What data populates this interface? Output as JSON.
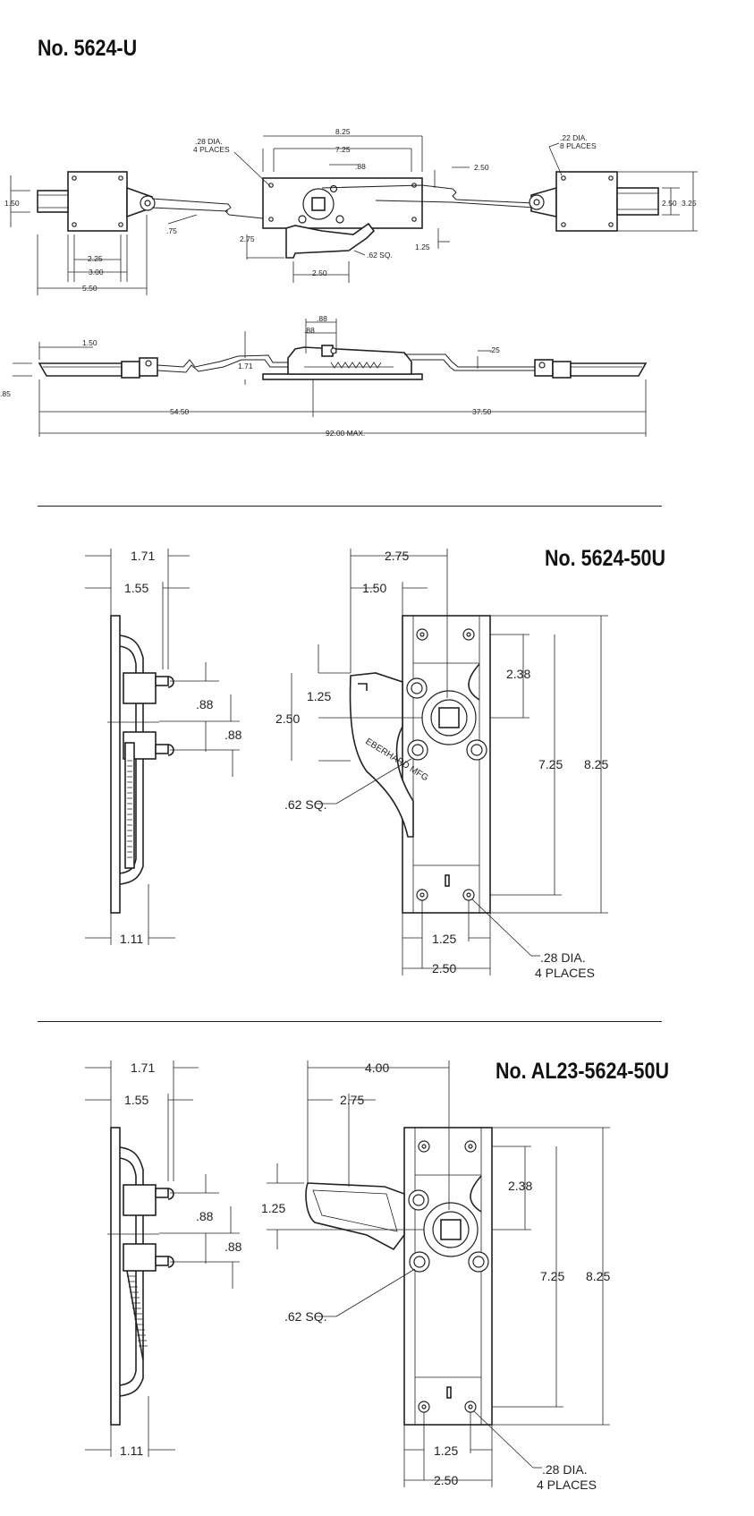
{
  "titles": {
    "model_1": "No. 5624-U",
    "model_2": "No. 5624-50U",
    "model_3": "No. AL23-5624-50U"
  },
  "fig1_plan": {
    "d_828": "8.25",
    "d_725": "7.25",
    "d_88": ".88",
    "d_250_top": "2.50",
    "d_28dia": ".28 DIA.",
    "d_4places": "4 PLACES",
    "d_22dia": ".22 DIA.",
    "d_8places": "8 PLACES",
    "d_150": "1.50",
    "d_75": ".75",
    "d_275": "2.75",
    "d_62sq": ".62 SQ.",
    "d_125": "1.25",
    "d_250_bottom": "2.50",
    "d_225": "2.25",
    "d_300": "3.00",
    "d_550": "5.50",
    "d_250_right": "2.50",
    "d_325_right": "3.25"
  },
  "fig1_side": {
    "d_88a": ".88",
    "d_88b": ".88",
    "d_150": "1.50",
    "d_171": "1.71",
    "d_25": ".25",
    "d_85": ".85",
    "d_5450": "54.50",
    "d_3750": "37.50",
    "d_9200": "92.00 MAX."
  },
  "fig2": {
    "d_171": "1.71",
    "d_155": "1.55",
    "d_88a": ".88",
    "d_88b": ".88",
    "d_111": "1.11",
    "d_275": "2.75",
    "d_150": "1.50",
    "d_238": "2.38",
    "d_125_left": "1.25",
    "d_250_left": "2.50",
    "d_725": "7.25",
    "d_825": "8.25",
    "d_62sq": ".62 SQ.",
    "d_125_bottom": "1.25",
    "d_250_bottom": "2.50",
    "d_28dia": ".28 DIA.",
    "d_4places": "4 PLACES"
  },
  "fig3": {
    "d_171": "1.71",
    "d_155": "1.55",
    "d_88a": ".88",
    "d_88b": ".88",
    "d_111": "1.11",
    "d_400": "4.00",
    "d_275": "2.75",
    "d_238": "2.38",
    "d_125_left": "1.25",
    "d_725": "7.25",
    "d_825": "8.25",
    "d_62sq": ".62 SQ.",
    "d_125_bottom": "1.25",
    "d_250_bottom": "2.50",
    "d_28dia": ".28 DIA.",
    "d_4places": "4 PLACES"
  }
}
